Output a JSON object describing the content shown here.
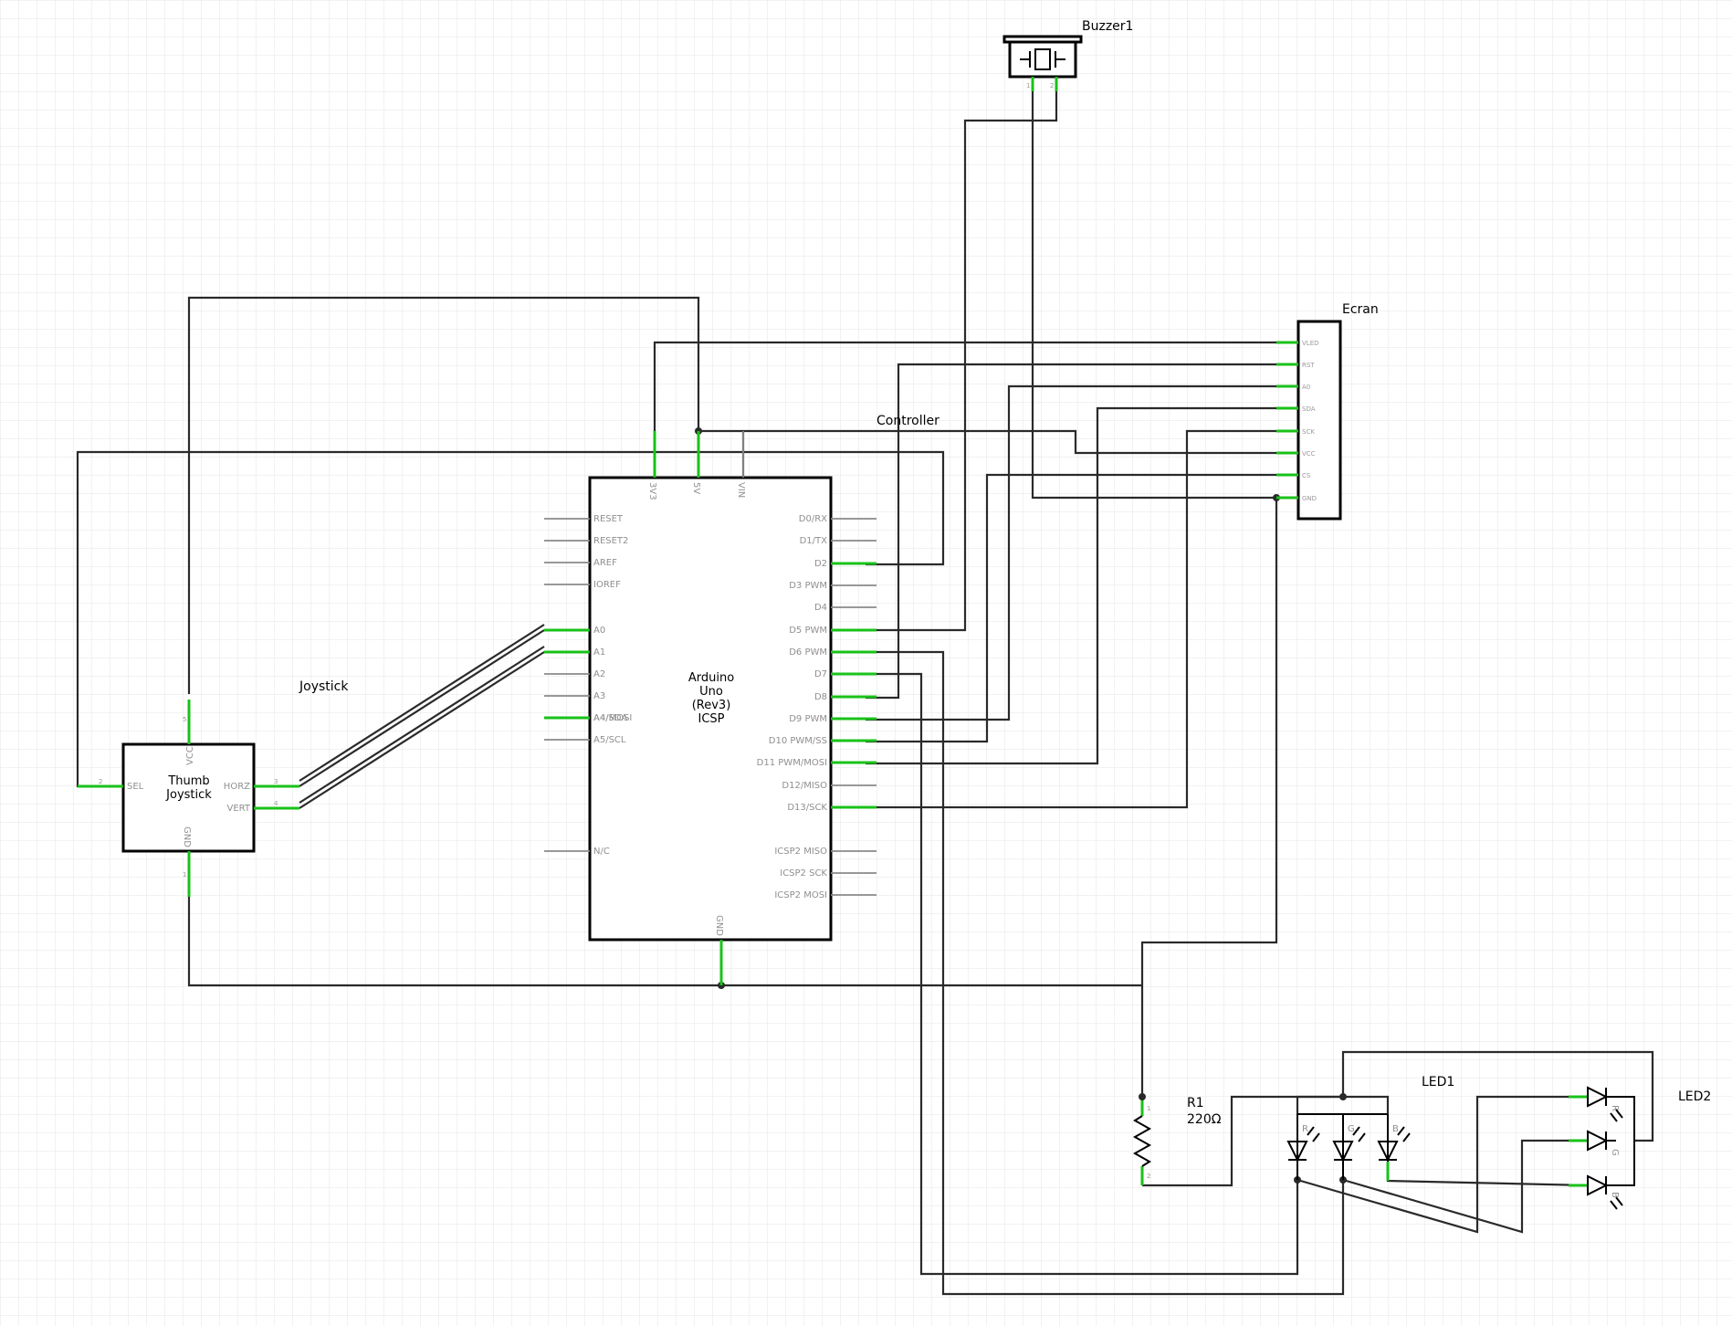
{
  "components": {
    "buzzer": {
      "label": "Buzzer1",
      "pins": [
        "1",
        "2"
      ]
    },
    "ecran": {
      "label": "Ecran",
      "pins": [
        "VLED",
        "RST",
        "A0",
        "SDA",
        "SCK",
        "VCC",
        "CS",
        "GND"
      ]
    },
    "controller": {
      "label": "Controller",
      "body": [
        "Arduino",
        "Uno",
        "(Rev3)",
        "ICSP"
      ],
      "top_pins": [
        "3V3",
        "5V",
        "VIN"
      ],
      "left_pins": [
        "RESET",
        "RESET2",
        "AREF",
        "IOREF",
        "A0",
        "A1",
        "A2",
        "A3",
        "A4/SDA",
        "A5/SCL",
        "N/C"
      ],
      "left_overlap": "A4/MOSI",
      "right_pins": [
        "D0/RX",
        "D1/TX",
        "D2",
        "D3 PWM",
        "D4",
        "D5 PWM",
        "D6 PWM",
        "D7",
        "D8",
        "D9 PWM",
        "D10 PWM/SS",
        "D11 PWM/MOSI",
        "D12/MISO",
        "D13/SCK",
        "ICSP2 MISO",
        "ICSP2 SCK",
        "ICSP2 MOSI"
      ],
      "bottom_pin": "GND"
    },
    "joystick": {
      "label": "Joystick",
      "body": [
        "Thumb",
        "Joystick"
      ],
      "pins": {
        "sel": "SEL",
        "horz": "HORZ",
        "vert": "VERT",
        "vcc": "VCC",
        "gnd": "GND"
      },
      "pin_numbers": {
        "sel": "2",
        "horz": "3",
        "vert": "4",
        "vcc": "5",
        "gnd": "1"
      }
    },
    "resistor": {
      "label": "R1",
      "value": "220Ω",
      "pins": [
        "1",
        "2"
      ]
    },
    "led1": {
      "label": "LED1",
      "channels": [
        "R",
        "G",
        "B"
      ]
    },
    "led2": {
      "label": "LED2",
      "channels": [
        "R",
        "G",
        "B"
      ]
    }
  }
}
